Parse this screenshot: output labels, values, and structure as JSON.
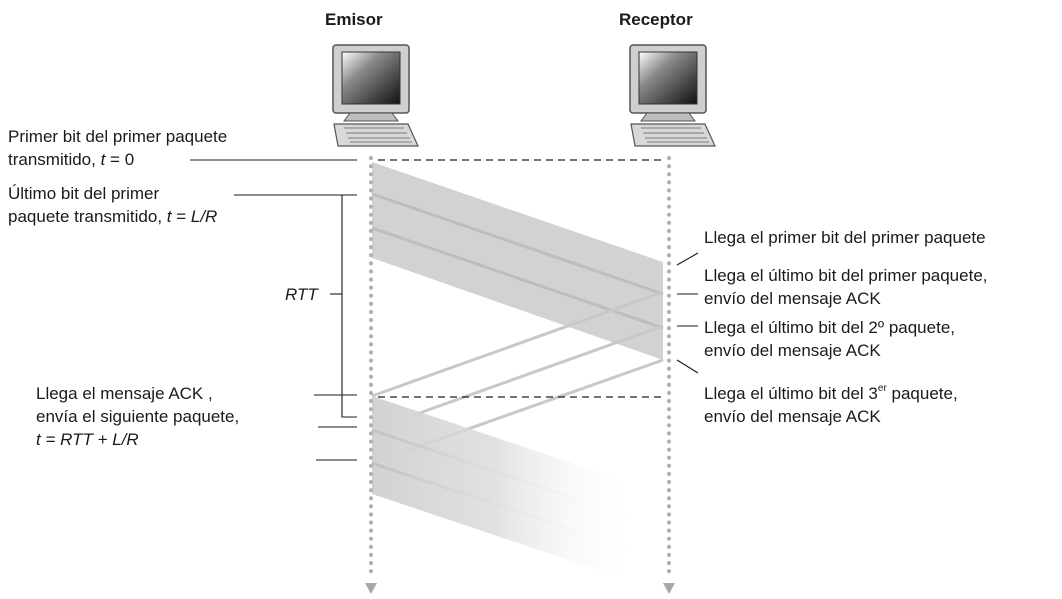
{
  "headers": {
    "sender": "Emisor",
    "receiver": "Receptor"
  },
  "left_labels": {
    "first_bit_l1": "Primer bit del primer paquete",
    "first_bit_l2": "transmitido, ",
    "first_bit_t": "t",
    "first_bit_val": " = 0",
    "last_bit_l1": "Último bit del primer",
    "last_bit_l2": "paquete transmitido, ",
    "last_bit_t": "t",
    "last_bit_eq": " = ",
    "last_bit_val": "L/R",
    "rtt": "RTT",
    "ack_l1": "Llega el mensaje ACK ,",
    "ack_l2": "envía el siguiente paquete,",
    "ack_l3": "t = RTT + L/R"
  },
  "right_labels": {
    "r1": "Llega el primer bit del primer paquete",
    "r2_l1": "Llega el último bit del primer paquete,",
    "r2_l2": "envío del mensaje ACK",
    "r3_l1": "Llega el último bit del 2º paquete,",
    "r3_l2": "envío del mensaje ACK",
    "r4_pre": "Llega el último bit del 3",
    "r4_sup": "er",
    "r4_post": " paquete,",
    "r4_l2": "envío del mensaje ACK"
  },
  "colors": {
    "band": "#d2d2d2",
    "line": "#c8c8c8",
    "dots": "#b0b0b0",
    "text": "#1a1a1a"
  }
}
